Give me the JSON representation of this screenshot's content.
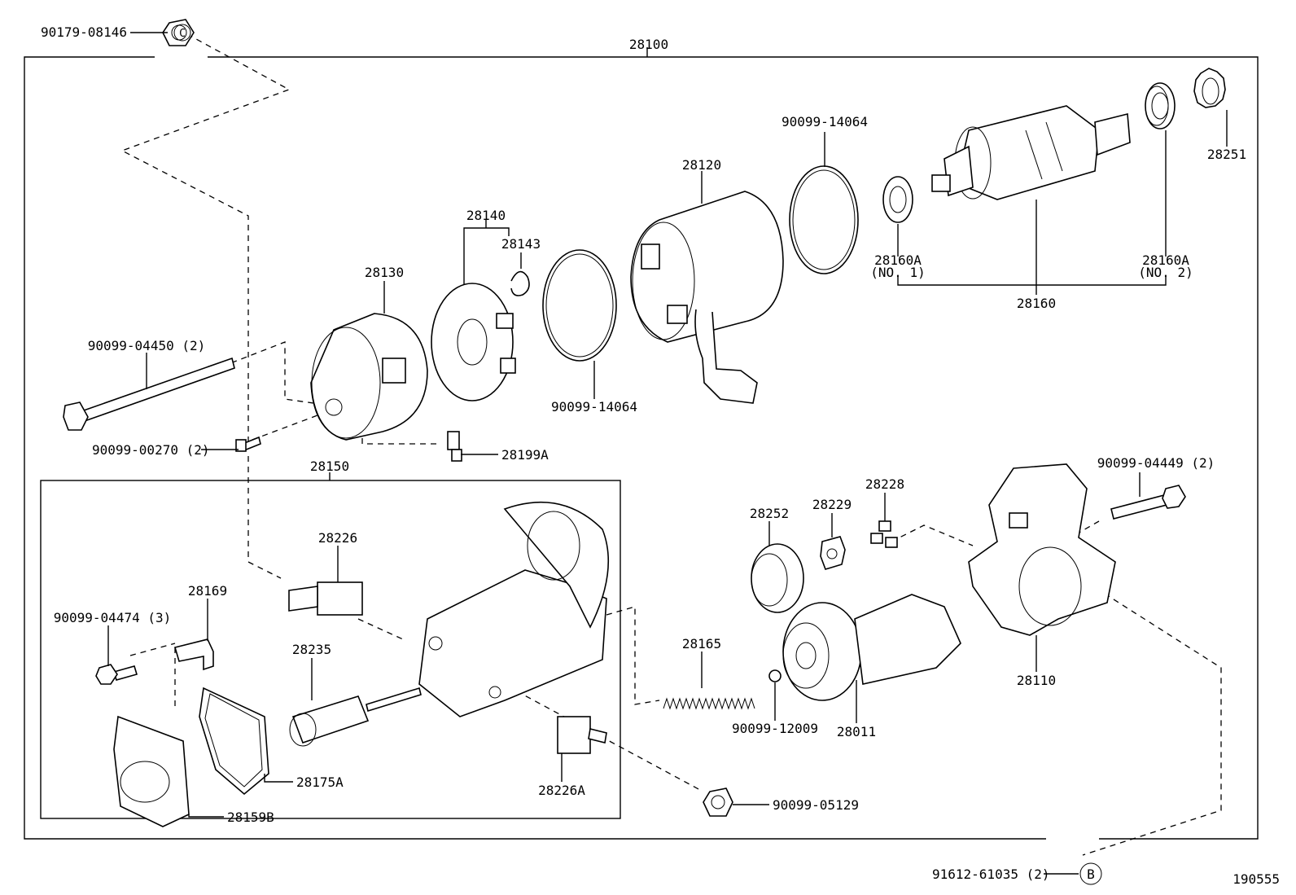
{
  "diagram": {
    "figure_id": "190555",
    "labels": {
      "p28100": "28100",
      "p90179_08146": "90179-08146",
      "p28251": "28251",
      "p90099_14064_top": "90099-14064",
      "p28120": "28120",
      "p28140": "28140",
      "p28143": "28143",
      "p28130": "28130",
      "p28160a_1": "28160A",
      "p28160a_1_note": "(NO. 1)",
      "p28160a_2": "28160A",
      "p28160a_2_note": "(NO. 2)",
      "p28160": "28160",
      "p90099_04450": "90099-04450 (2)",
      "p90099_14064_bottom": "90099-14064",
      "p90099_00270": "90099-00270 (2)",
      "p28199a": "28199A",
      "p28150": "28150",
      "p90099_04449": "90099-04449 (2)",
      "p28228": "28228",
      "p28229": "28229",
      "p28252": "28252",
      "p28226": "28226",
      "p28169": "28169",
      "p90099_04474": "90099-04474 (3)",
      "p28235": "28235",
      "p28165": "28165",
      "p28110": "28110",
      "p90099_12009": "90099-12009",
      "p28011": "28011",
      "p28175a": "28175A",
      "p28226a": "28226A",
      "p28159b": "28159B",
      "p90099_05129": "90099-05129",
      "p91612_61035": "91612-61035 (2)",
      "circle_b": "B",
      "circle_c": "C"
    }
  }
}
